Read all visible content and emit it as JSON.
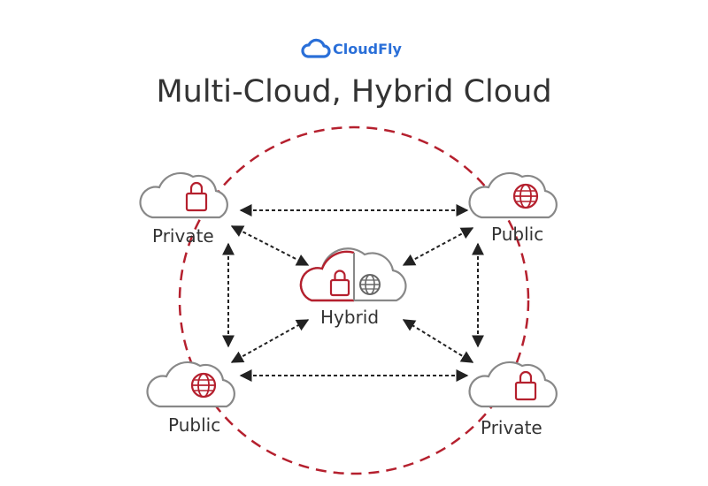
{
  "brand": {
    "name": "CloudFly",
    "icon": "cloud-icon",
    "color": "#2a6fd8"
  },
  "title": "Multi-Cloud, Hybrid Cloud",
  "colors": {
    "accent": "#b5202e",
    "outline": "#888888",
    "arrow": "#222222",
    "text": "#333333"
  },
  "nodes": {
    "top_left": {
      "label": "Private",
      "icon": "lock-icon"
    },
    "top_right": {
      "label": "Public",
      "icon": "globe-icon"
    },
    "center": {
      "label": "Hybrid",
      "icon": "lock-and-globe-icon"
    },
    "bottom_left": {
      "label": "Public",
      "icon": "globe-icon"
    },
    "bottom_right": {
      "label": "Private",
      "icon": "lock-icon"
    }
  }
}
